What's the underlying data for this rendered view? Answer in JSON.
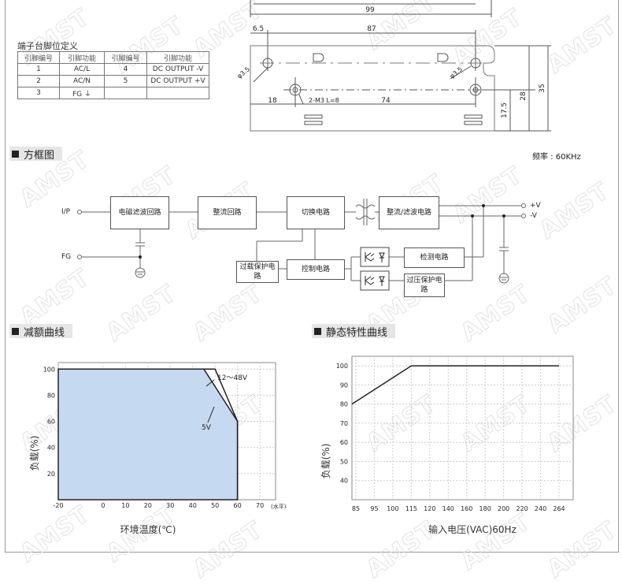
{
  "pin_table": {
    "title": "端子台脚位定义",
    "headers": [
      "引脚编号",
      "引脚功能",
      "引脚编号",
      "引脚功能"
    ],
    "rows": [
      [
        "1",
        "AC/L",
        "4",
        "DC OUTPUT -V"
      ],
      [
        "2",
        "AC/N",
        "5",
        "DC OUTPUT +V"
      ],
      [
        "3",
        "FG ⏚",
        "",
        ""
      ]
    ]
  },
  "mechanical": {
    "dim_total": "99",
    "dim_width": "87",
    "dim_offset": "6.5",
    "dim_hole_left": "φ3.5",
    "dim_hole_right": "φ3.5",
    "screw_label": "2-M3  L=8",
    "dim_18": "18",
    "dim_74": "74",
    "dim_17_5": "17.5",
    "dim_28": "28",
    "dim_35": "35"
  },
  "block_diagram": {
    "section_title": "方框图",
    "frequency": "频率 : 60KHz",
    "input_label": "I/P",
    "fg_label": "FG",
    "out_pos": "+V",
    "out_neg": "-V",
    "boxes": {
      "emi": "电磁滤波回路",
      "rectifier": "整流回路",
      "switching": "切换电路",
      "output_filter": "整流/滤波电路",
      "overload": "过载保护电路",
      "control": "控制电路",
      "detection": "检测电路",
      "overvoltage": "过压保护电路"
    }
  },
  "derating": {
    "section_title": "减额曲线",
    "label_12_48": "12～48V",
    "label_5v": "5V",
    "x_unit": "(水平)",
    "ylabel": "负载(%)",
    "xlabel": "环境温度(℃)"
  },
  "static": {
    "section_title": "静态特性曲线",
    "ylabel": "负载(%)",
    "xlabel": "输入电压(VAC)60Hz"
  },
  "watermark": "AMST",
  "chart_data": [
    {
      "type": "area",
      "title": "减额曲线",
      "xlabel": "环境温度(℃)",
      "ylabel": "负载(%)",
      "x_ticks": [
        "-20",
        "0",
        "10",
        "20",
        "30",
        "40",
        "50",
        "60",
        "70"
      ],
      "y_ticks": [
        "20",
        "40",
        "60",
        "80",
        "100"
      ],
      "xlim": [
        -20,
        77
      ],
      "ylim": [
        0,
        105
      ],
      "series": [
        {
          "name": "5V",
          "x": [
            -20,
            45,
            60,
            60
          ],
          "y": [
            100,
            100,
            60,
            0
          ]
        },
        {
          "name": "12～48V",
          "x": [
            -20,
            50,
            60,
            60
          ],
          "y": [
            100,
            100,
            60,
            0
          ]
        }
      ]
    },
    {
      "type": "line",
      "title": "静态特性曲线",
      "xlabel": "输入电压(VAC)60Hz",
      "ylabel": "负载(%)",
      "categories": [
        "85",
        "95",
        "100",
        "115",
        "120",
        "140",
        "160",
        "180",
        "200",
        "220",
        "240",
        "264"
      ],
      "y_ticks": [
        "40",
        "50",
        "60",
        "70",
        "80",
        "90",
        "100"
      ],
      "ylim": [
        30,
        105
      ],
      "series": [
        {
          "x": [
            "85",
            "115",
            "264"
          ],
          "y": [
            80,
            100,
            100
          ]
        }
      ]
    }
  ]
}
